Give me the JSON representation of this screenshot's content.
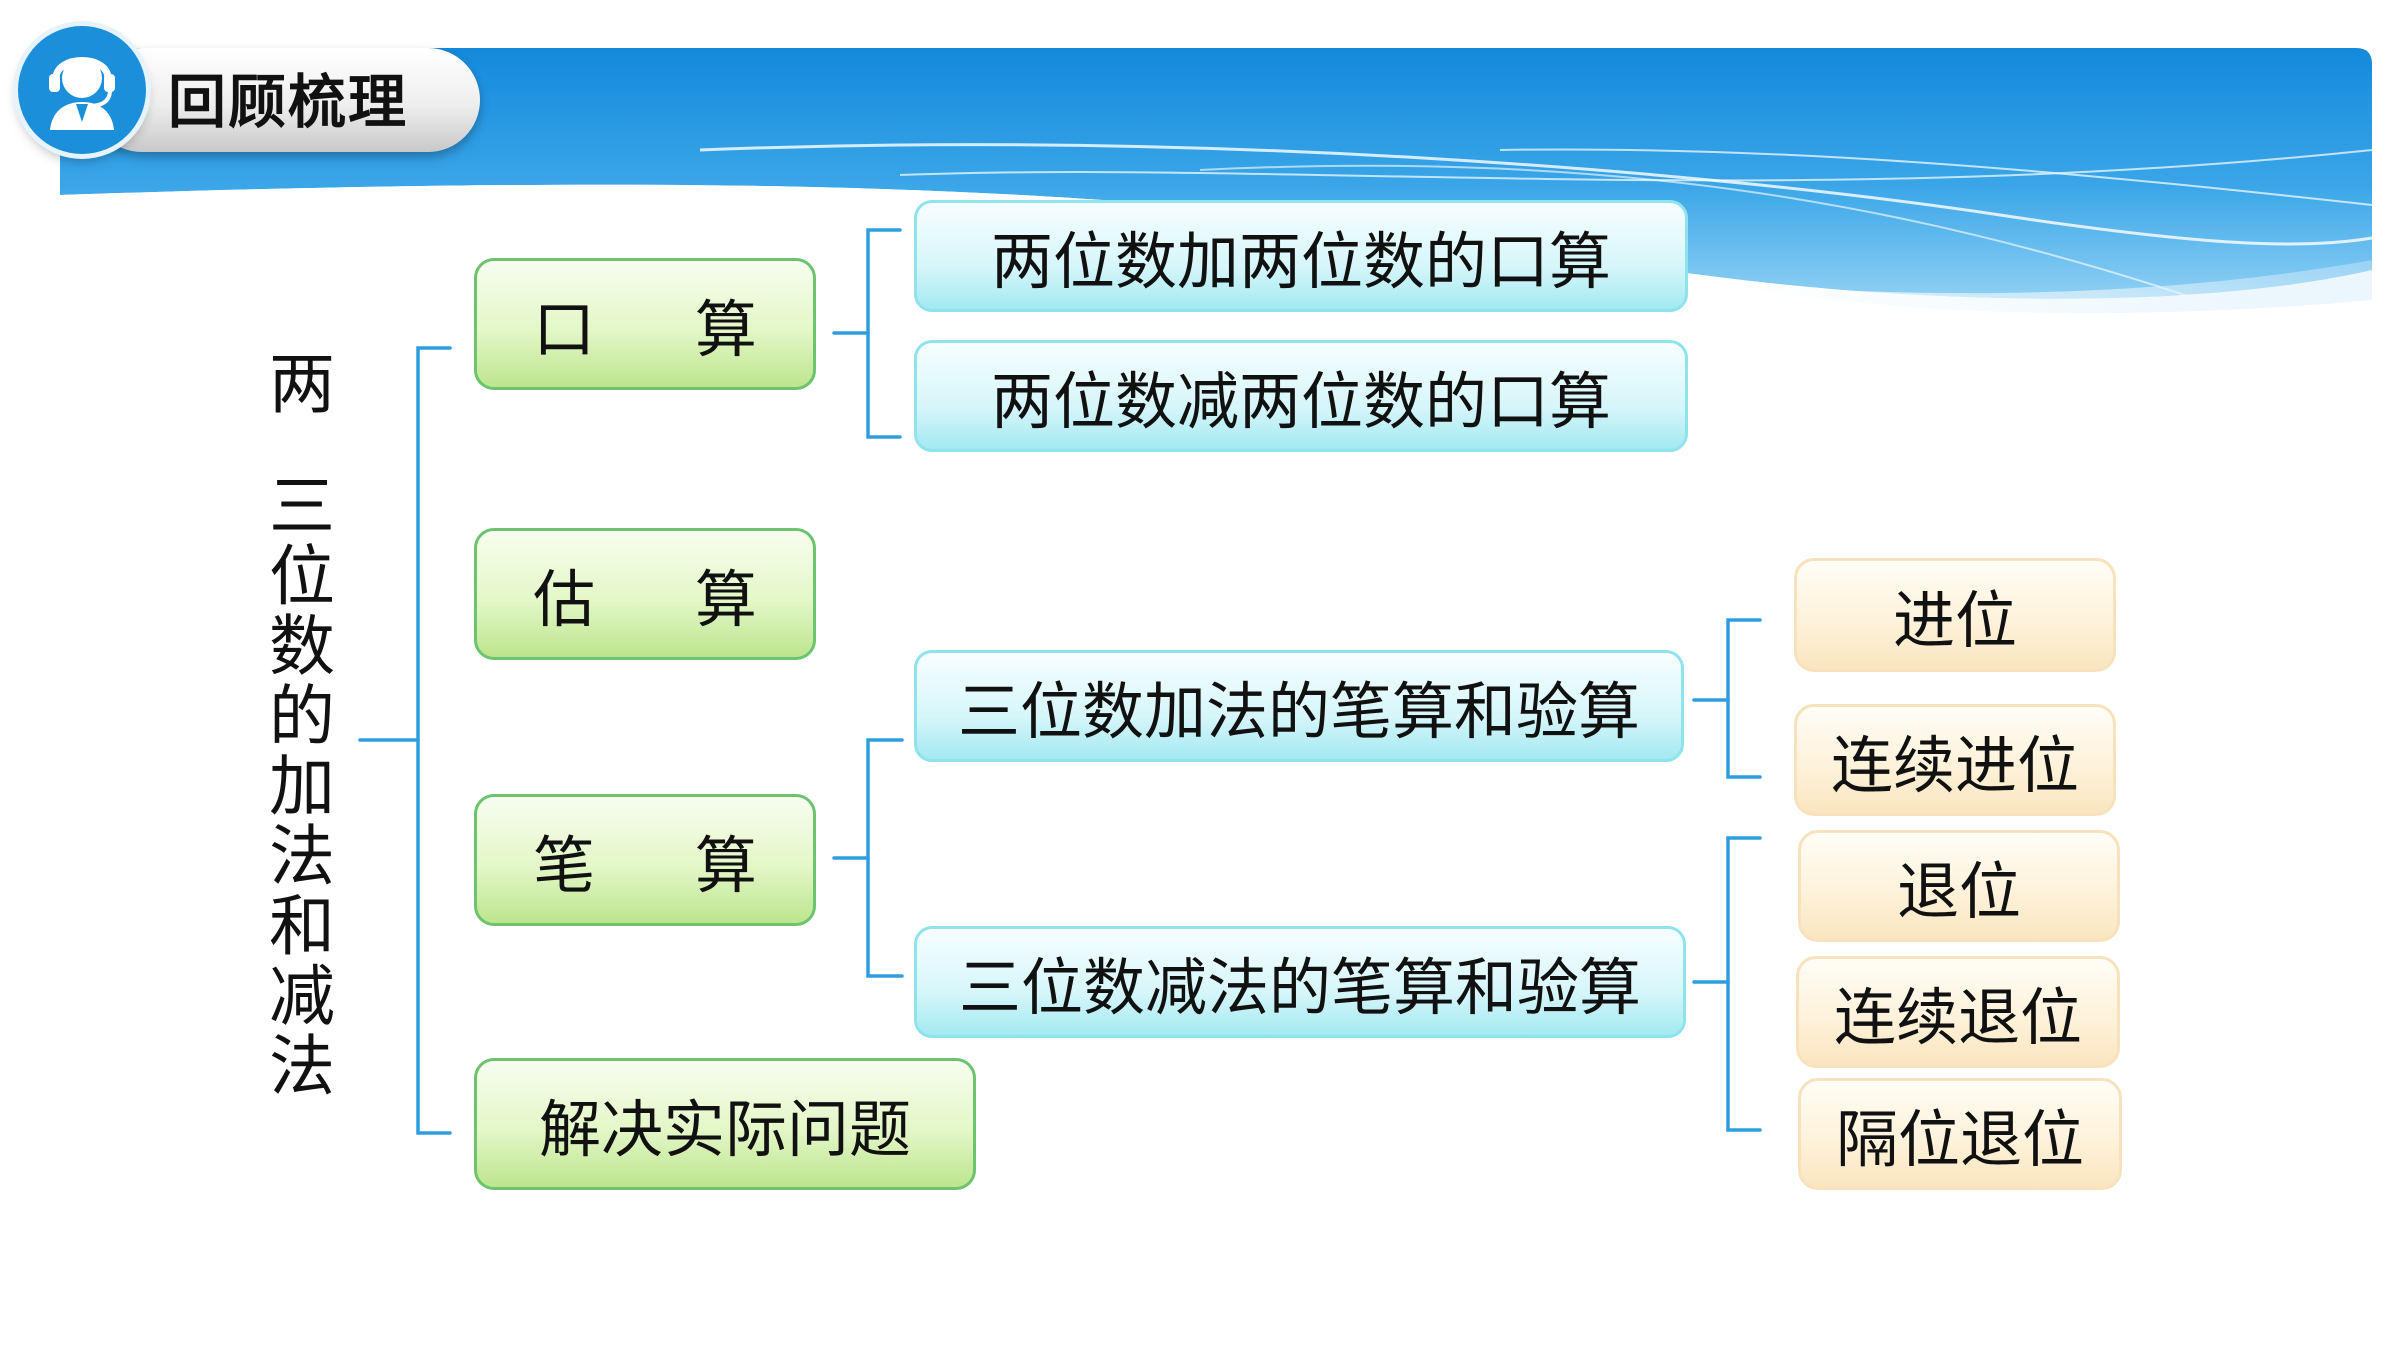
{
  "header": {
    "title": "回顾梳理",
    "avatar_icon": "customer-service-headset-icon",
    "banner_color": "#1b8fd9"
  },
  "root": {
    "chars": [
      "两",
      "三",
      "位",
      "数",
      "的",
      "加",
      "法",
      "和",
      "减",
      "法"
    ]
  },
  "branches": {
    "kousuan": {
      "label": "口 算",
      "children": [
        "两位数加两位数的口算",
        "两位数减两位数的口算"
      ]
    },
    "gusuan": {
      "label": "估 算"
    },
    "bisuan": {
      "label": "笔 算",
      "addition": {
        "label": "三位数加法的笔算和验算",
        "children": [
          "进位",
          "连续进位"
        ]
      },
      "subtraction": {
        "label": "三位数减法的笔算和验算",
        "children": [
          "退位",
          "连续退位",
          "隔位退位"
        ]
      }
    },
    "problems": {
      "label": "解决实际问题"
    }
  },
  "colors": {
    "level1_fill": "#e3f7c7",
    "level1_border": "#6cc46e",
    "level2_fill": "#d6f6fa",
    "level2_border": "#8ee3ec",
    "level3_fill": "#fdf1d8",
    "level3_border": "#f7e2bd",
    "connector": "#2f9ee0"
  }
}
